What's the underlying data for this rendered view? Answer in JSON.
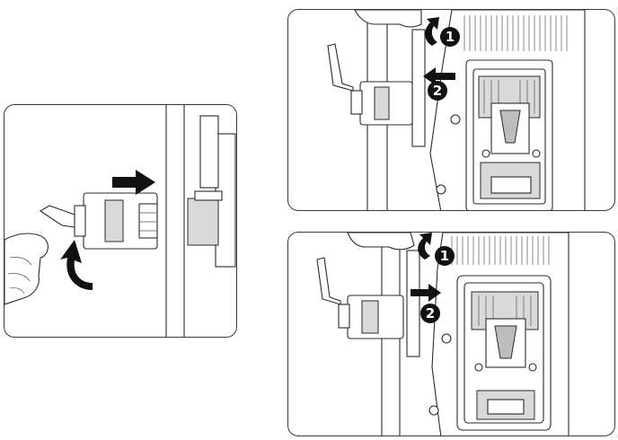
{
  "steps": {
    "top_right": {
      "step1": "1",
      "step2": "2"
    },
    "bottom_right": {
      "step1": "1",
      "step2": "2"
    }
  },
  "icons": [
    "curved-arrow-icon",
    "straight-arrow-icon",
    "hand-icon"
  ],
  "colors": {
    "outline": "#2a2a2a",
    "panel_border": "#3a3a3a",
    "badge_fill": "#111111",
    "shade": "#d9d9d9"
  }
}
